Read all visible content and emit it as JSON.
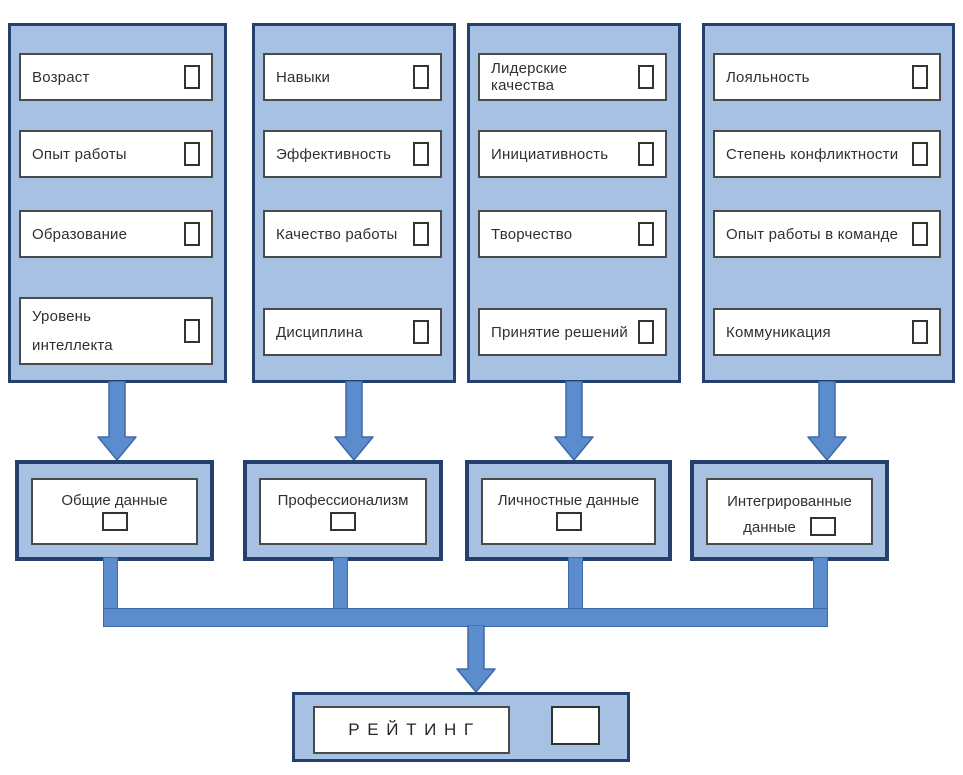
{
  "colors": {
    "background": "#ffffff",
    "panel_fill": "#a6c1e1",
    "panel_border": "#24416d",
    "arrow_fill": "#5b8ccd",
    "arrow_stroke": "#3f6aa6",
    "box_border": "#4a4a4a",
    "checkbox_border": "#333333",
    "text": "#303030"
  },
  "panels": [
    {
      "items": [
        {
          "label": "Возраст"
        },
        {
          "label": "Опыт работы"
        },
        {
          "label": "Образование"
        },
        {
          "label": "Уровень интеллекта"
        }
      ]
    },
    {
      "items": [
        {
          "label": "Навыки"
        },
        {
          "label": "Эффективность"
        },
        {
          "label": "Качество работы"
        },
        {
          "label": "Дисциплина"
        }
      ]
    },
    {
      "items": [
        {
          "label": "Лидерские качества"
        },
        {
          "label": "Инициативность"
        },
        {
          "label": "Творчество"
        },
        {
          "label": "Принятие решений"
        }
      ]
    },
    {
      "items": [
        {
          "label": "Лояльность"
        },
        {
          "label": "Степень конфликтности"
        },
        {
          "label": "Опыт работы в команде"
        },
        {
          "label": "Коммуникация"
        }
      ]
    }
  ],
  "summary_boxes": [
    {
      "label": "Общие данные"
    },
    {
      "label": "Профессионализм"
    },
    {
      "label": "Личностные данные"
    },
    {
      "label": "Интегрированные данные"
    }
  ],
  "result_box": {
    "label": "РЕЙТИНГ"
  }
}
